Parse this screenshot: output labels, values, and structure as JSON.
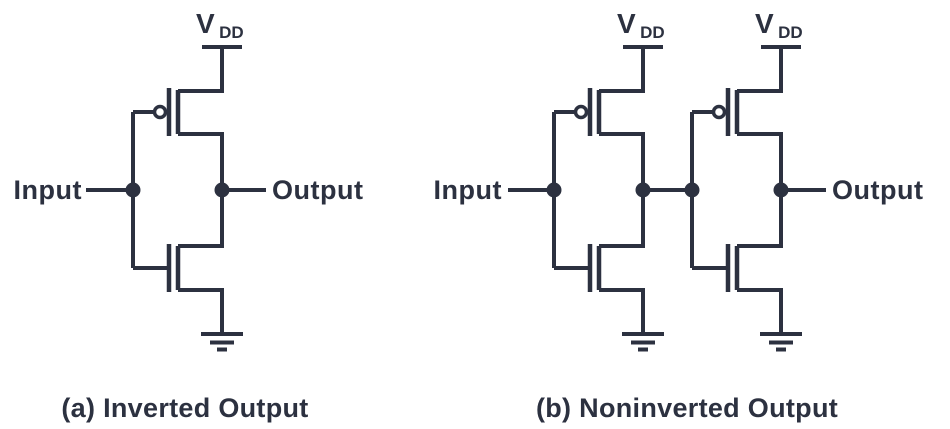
{
  "colors": {
    "line": "#2c3140",
    "background": "#ffffff"
  },
  "figure": {
    "description_type": "cmos-inverter-buffer-schematic"
  },
  "circuits": [
    {
      "caption": "(a) Inverted Output",
      "input_label": "Input",
      "output_label": "Output",
      "supply_label": {
        "main": "V",
        "sub": "DD"
      },
      "inverter_count": 1
    },
    {
      "caption": "(b) Noninverted Output",
      "input_label": "Input",
      "output_label": "Output",
      "supply_label": {
        "main": "V",
        "sub": "DD"
      },
      "inverter_count": 2
    }
  ]
}
